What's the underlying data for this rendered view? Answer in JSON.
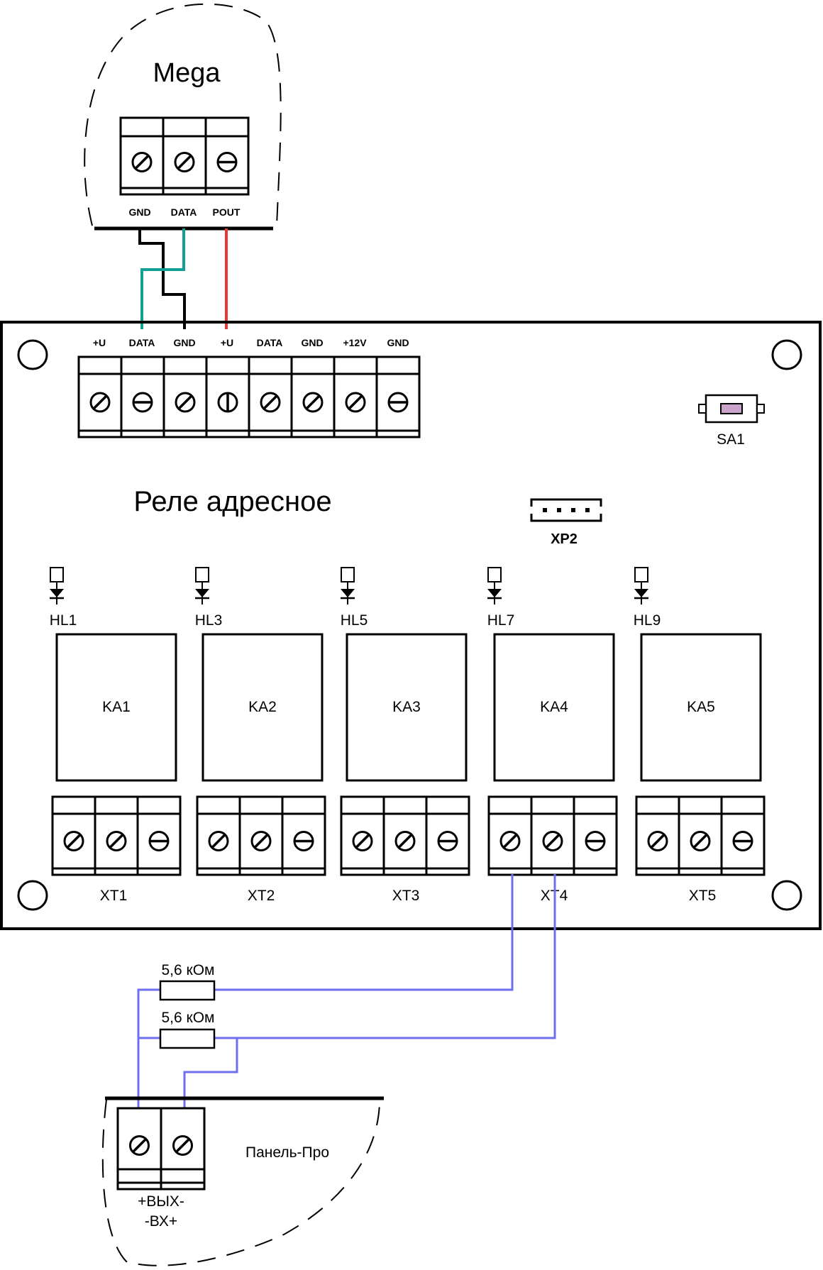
{
  "mega": {
    "title": "Mega",
    "pins": [
      "GND",
      "DATA",
      "POUT"
    ]
  },
  "board": {
    "title": "Реле адресное",
    "top_pins": [
      "+U",
      "DATA",
      "GND",
      "+U",
      "DATA",
      "GND",
      "+12V",
      "GND"
    ],
    "sa1": "SA1",
    "xp2": "XP2",
    "leds": [
      "HL1",
      "HL3",
      "HL5",
      "HL7",
      "HL9"
    ],
    "relays": [
      "KA1",
      "KA2",
      "KA3",
      "KA4",
      "KA5"
    ],
    "outputs": [
      "XT1",
      "XT2",
      "XT3",
      "XT4",
      "XT5"
    ]
  },
  "resistors": [
    "5,6 кОм",
    "5,6 кОм"
  ],
  "panel": {
    "title": "Панель-Про",
    "pin_line1": "+ВЫХ-",
    "pin_line2": "-ВХ+"
  },
  "colors": {
    "data_wire": "#139e96",
    "gnd_wire": "#000000",
    "pout_wire": "#ee3333",
    "loop_wire": "#6e6ef0",
    "button": "#c9a3c9"
  }
}
